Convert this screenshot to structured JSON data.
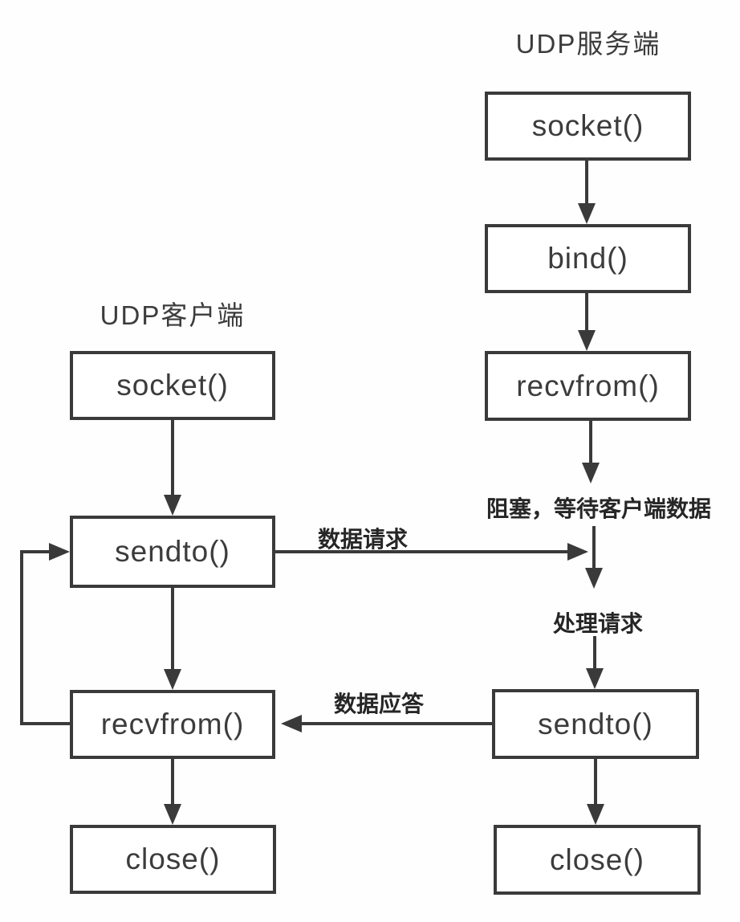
{
  "colors": {
    "line": "#3a3a3a",
    "text": "#3c3c3c",
    "annotation": "#262626",
    "background": "#fefefe"
  },
  "server": {
    "title": "UDP服务端",
    "boxes": [
      {
        "label": "socket()"
      },
      {
        "label": "bind()"
      },
      {
        "label": "recvfrom()"
      },
      {
        "label": "sendto()"
      },
      {
        "label": "close()"
      }
    ]
  },
  "client": {
    "title": "UDP客户端",
    "boxes": [
      {
        "label": "socket()"
      },
      {
        "label": "sendto()"
      },
      {
        "label": "recvfrom()"
      },
      {
        "label": "close()"
      }
    ]
  },
  "annotations": {
    "blocking": "阻塞，等待客户端数据",
    "process": "处理请求",
    "request": "数据请求",
    "reply": "数据应答"
  }
}
